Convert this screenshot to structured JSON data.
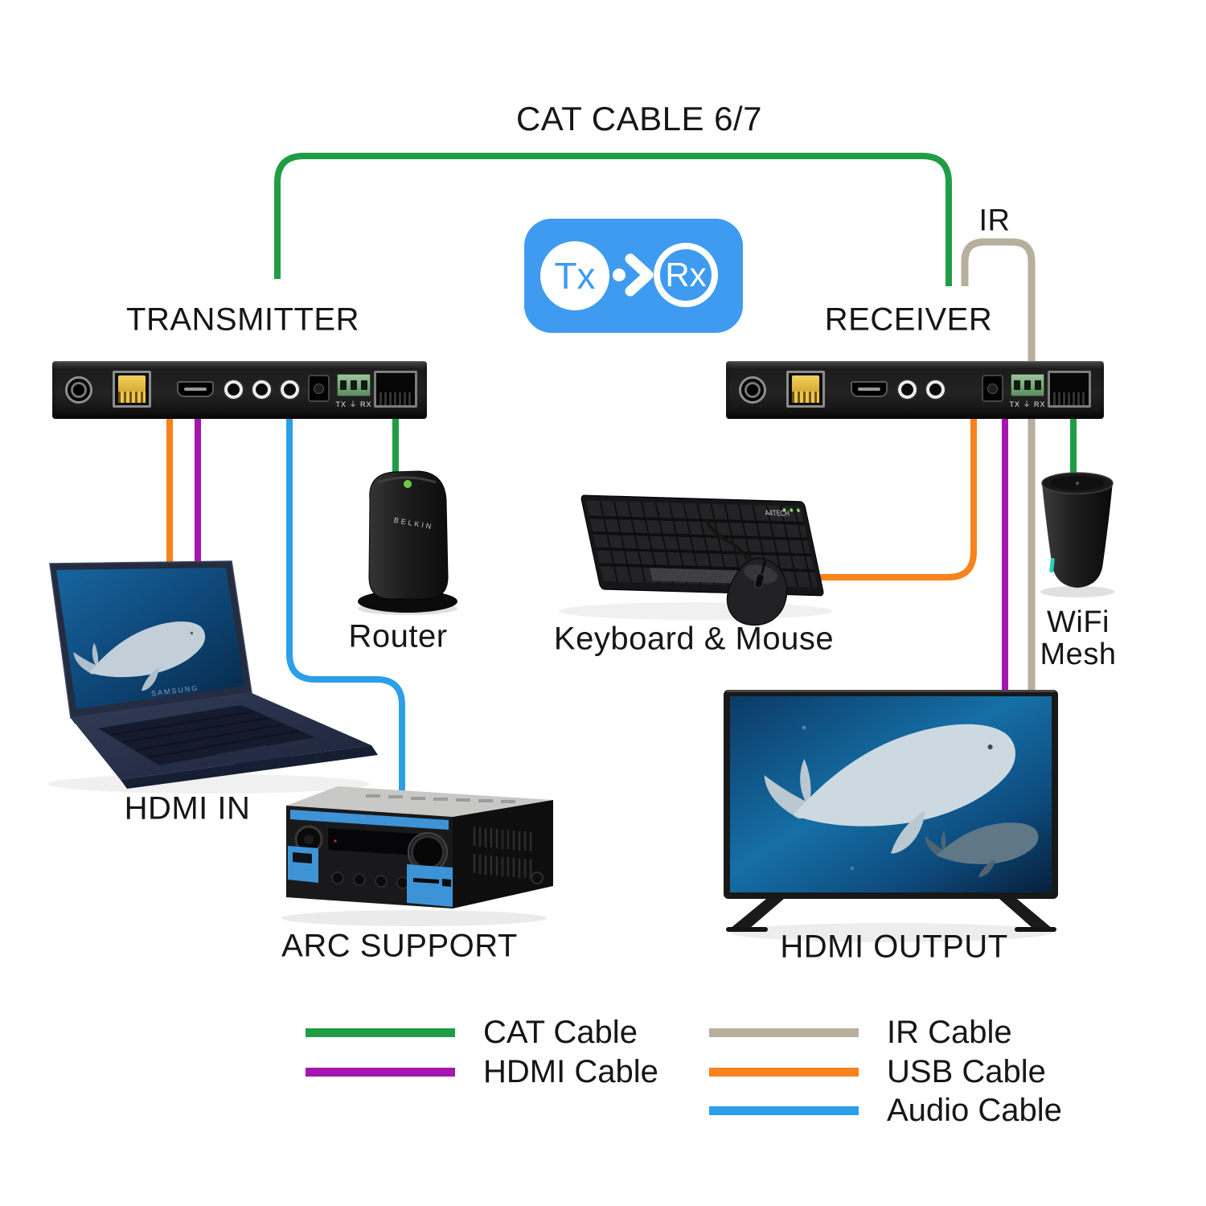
{
  "title": "CAT CABLE 6/7",
  "logo": {
    "tx": "Tx",
    "rx": "Rx",
    "color": "#3e9bef"
  },
  "labels": {
    "transmitter": "TRANSMITTER",
    "receiver": "RECEIVER",
    "ir": "IR",
    "router": "Router",
    "keyboard_mouse": "Keyboard & Mouse",
    "wifi_mesh": "WiFi Mesh",
    "hdmi_in": "HDMI IN",
    "arc_support": "ARC SUPPORT",
    "hdmi_output": "HDMI OUTPUT"
  },
  "devices": {
    "extender_port_label": "TX ⏚ RX",
    "laptop_brand": "SAMSUNG",
    "router_brand": "BELKIN",
    "keyboard_brand": "A4TECH"
  },
  "cable_colors": {
    "cat": "#1f9d45",
    "hdmi": "#a516ae",
    "ir": "#b7af9d",
    "usb": "#f8821b",
    "audio": "#2b9fe8"
  },
  "legend": {
    "left": [
      {
        "name": "CAT Cable",
        "color": "#1f9d45"
      },
      {
        "name": "HDMI Cable",
        "color": "#a516ae"
      }
    ],
    "right": [
      {
        "name": "IR Cable",
        "color": "#b7af9d"
      },
      {
        "name": "USB Cable",
        "color": "#f8821b"
      },
      {
        "name": "Audio Cable",
        "color": "#2b9fe8"
      }
    ]
  }
}
